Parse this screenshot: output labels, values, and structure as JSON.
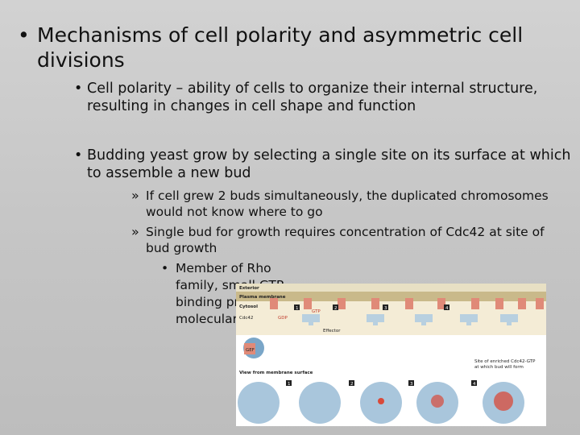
{
  "slide": {
    "bullets": {
      "main": "Mechanisms of cell polarity and asymmetric cell divisions",
      "polarity": "Cell polarity – ability of cells to organize their internal structure, resulting in changes in cell shape and function",
      "budding": "Budding yeast grow by selecting a single site on its surface at which to assemble a new bud",
      "two_buds": "If cell grew 2 buds simultaneously, the duplicated chromosomes would not know where to go",
      "single_bud": "Single bud for growth requires concentration of Cdc42 at site of bud growth",
      "rho": "Member of Rho family, small GTP-binding proteins, molecular switch"
    },
    "marks": {
      "dot": "•",
      "raquo": "»"
    }
  },
  "figure": {
    "labels": {
      "exterior": "Exterior",
      "plasma_membrane": "Plasma membrane",
      "cytosol": "Cytosol",
      "cdc42": "Cdc42",
      "gdp": "GDP",
      "gtp": "GTP",
      "effector": "Effector",
      "view": "View from membrane surface",
      "enriched_line1": "Site of enriched Cdc42-GTP",
      "enriched_line2": "at which bud will form",
      "gef": "GEF",
      "step1": "1",
      "step2": "2",
      "step3": "3",
      "step4": "4"
    },
    "colors": {
      "exterior_band": "#e8e0c4",
      "membrane_band": "#c9b98a",
      "cytosol_band": "#f4ecd6",
      "receptor": "#e08a78",
      "effector": "#b8d0e0",
      "cell_dots": "#7aa6c8",
      "enriched": "#d94a3a"
    }
  }
}
